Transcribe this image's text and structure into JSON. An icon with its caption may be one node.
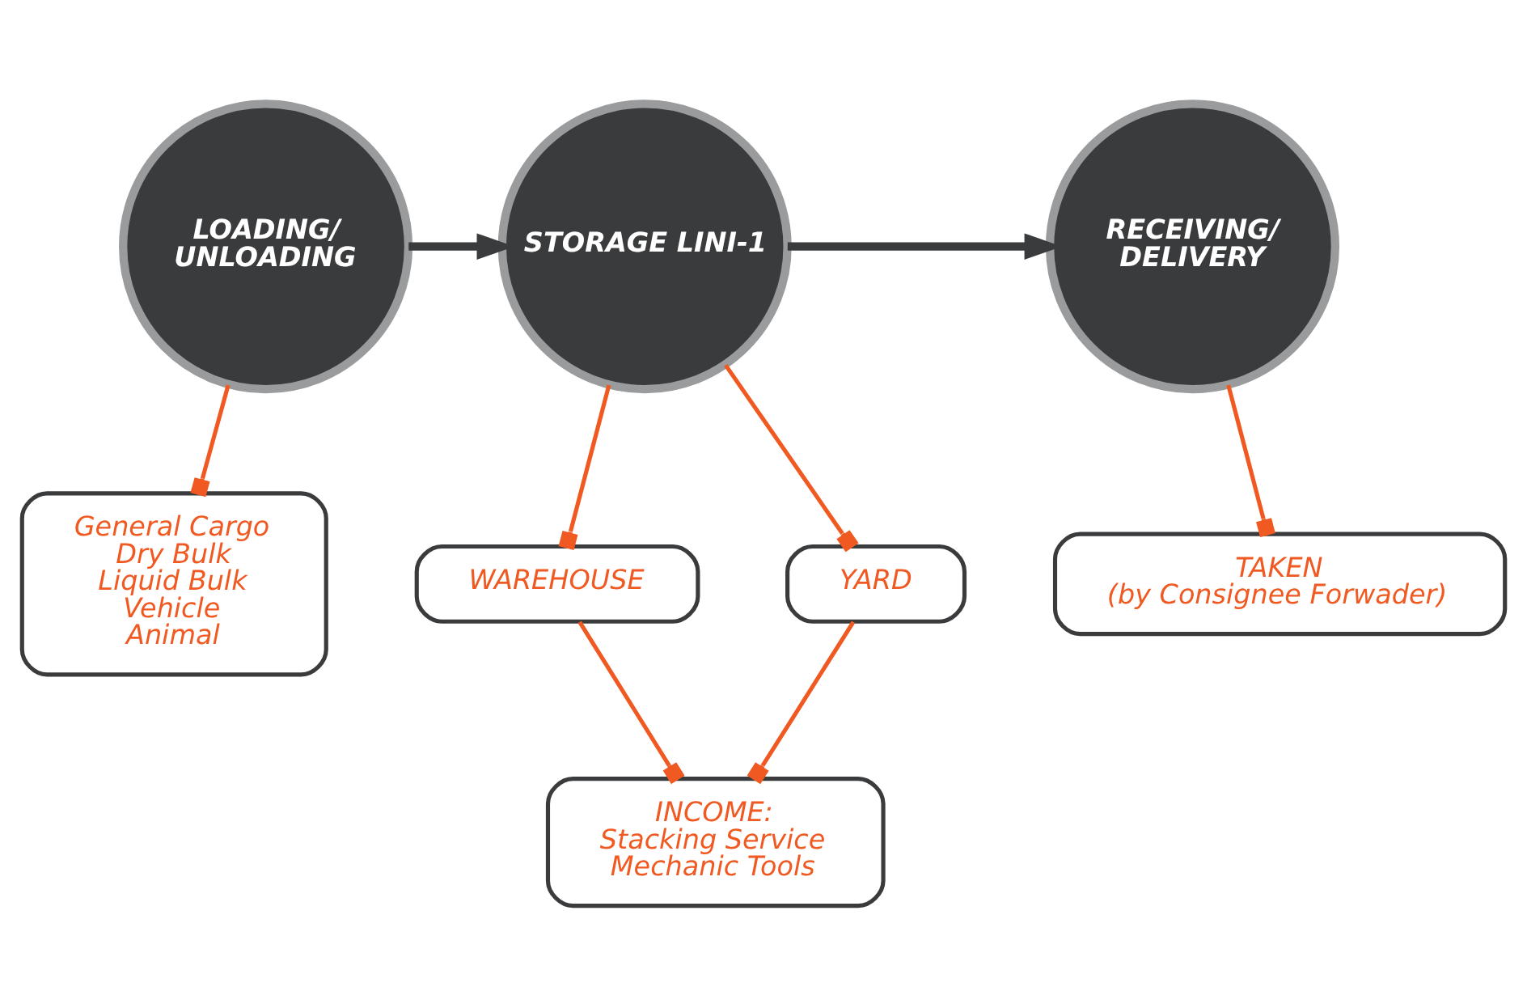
{
  "diagram": {
    "nodes": [
      {
        "text": [
          "LOADING/ UNLOADING"
        ]
      },
      {
        "text": [
          "STORAGE LINI-1"
        ]
      },
      {
        "text": [
          "RECEIVING/ DELIVERY"
        ]
      },
      {
        "text": [
          "General Cargo",
          "Dry Bulk",
          "Liquid Bulk",
          "Vehicle",
          "Animal"
        ]
      },
      {
        "text": [
          "WAREHOUSE"
        ]
      },
      {
        "text": [
          "YARD"
        ]
      },
      {
        "text": [
          "INCOME:",
          "Stacking Service",
          "Mechanic Tools"
        ]
      },
      {
        "text": [
          "TAKEN",
          "(by Consignee Forwader)"
        ]
      }
    ],
    "edges": [
      {
        "from": 0,
        "to": 1,
        "arrow": "to",
        "style": "thick",
        "color": "#3a3b3d"
      },
      {
        "from": 1,
        "to": 2,
        "arrow": "to",
        "style": "thick",
        "color": "#3a3b3d"
      },
      {
        "from": 0,
        "to": 3,
        "arrow": "other"
      },
      {
        "from": 1,
        "to": 4,
        "arrow": "other"
      },
      {
        "from": 1,
        "to": 5,
        "arrow": "other"
      },
      {
        "from": 2,
        "to": 7,
        "arrow": "other"
      },
      {
        "from": 4,
        "to": 6,
        "arrow": "other"
      },
      {
        "from": 5,
        "to": 6,
        "arrow": "other"
      }
    ]
  }
}
